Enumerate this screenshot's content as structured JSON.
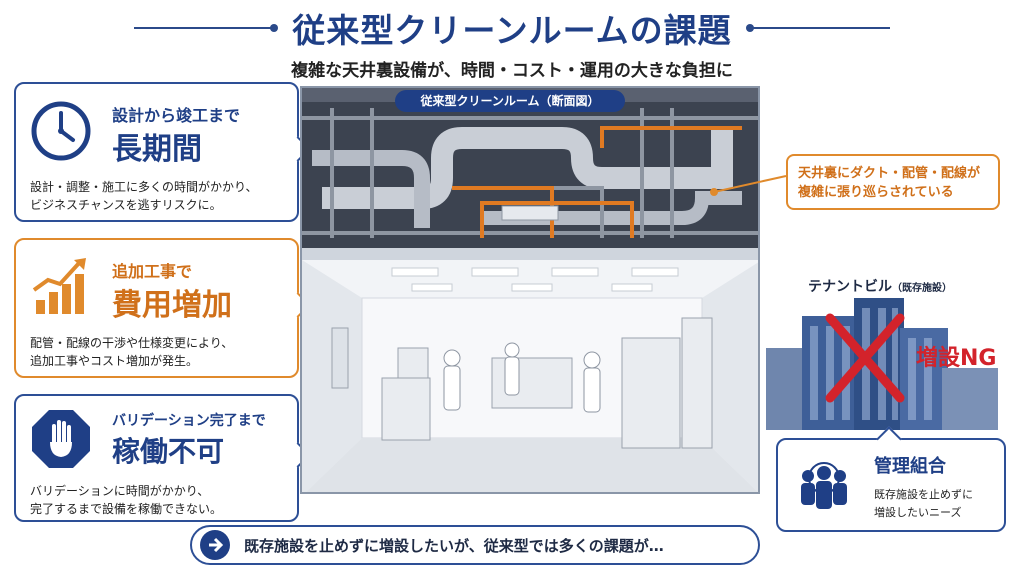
{
  "header": {
    "title": "従来型クリーンルームの課題",
    "subtitle": "複雑な天井裏設備が、時間・コスト・運用の大きな負担に"
  },
  "cards": [
    {
      "head_small": "設計から竣工まで",
      "head_large": "長期間",
      "desc_line1": "設計・調整・施工に多くの時間がかかり、",
      "desc_line2": "ビジネスチャンスを逃すリスクに。",
      "icon": "clock-icon"
    },
    {
      "head_small": "追加工事で",
      "head_large": "費用増加",
      "desc_line1": "配管・配線の干渉や仕様変更により、",
      "desc_line2": "追加工事やコスト増加が発生。",
      "icon": "rising-chart-icon"
    },
    {
      "head_small": "バリデーション完了まで",
      "head_large": "稼働不可",
      "desc_line1": "バリデーションに時間がかかり、",
      "desc_line2": "完了するまで設備を稼働できない。",
      "icon": "stop-hand-icon"
    }
  ],
  "diagram": {
    "label": "従来型クリーンルーム（断面図）"
  },
  "callout": {
    "line1": "天井裏にダクト・配管・配線が",
    "line2": "複雑に張り巡らされている"
  },
  "tenant": {
    "label": "テナントビル",
    "label_note": "（既存施設）",
    "ng": "増設NG"
  },
  "management": {
    "title": "管理組合",
    "line1": "既存施設を止めずに",
    "line2": "増設したいニーズ"
  },
  "footer": {
    "text": "既存施設を止めずに増設したいが、従来型では多くの課題が…"
  },
  "colors": {
    "navy": "#1f3f86",
    "orange": "#e08a2c",
    "red": "#d3232b"
  }
}
